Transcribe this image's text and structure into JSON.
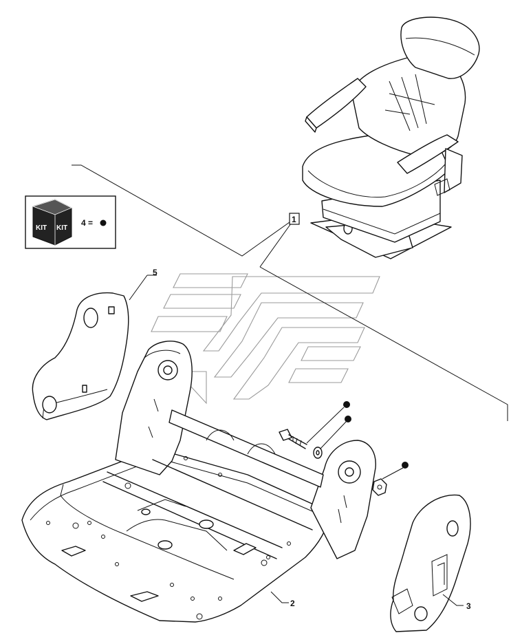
{
  "diagram": {
    "callouts": [
      {
        "id": "seat-assembly",
        "label": "1"
      },
      {
        "id": "seat-frame",
        "label": "2"
      },
      {
        "id": "right-cover",
        "label": "3"
      },
      {
        "id": "left-cover",
        "label": "5"
      }
    ],
    "kit_box": {
      "icon_text_1": "KIT",
      "icon_text_2": "KIT",
      "legend": "4 ="
    },
    "colors": {
      "line": "#111111",
      "watermark": "#9a9a9a",
      "background": "#ffffff"
    }
  }
}
